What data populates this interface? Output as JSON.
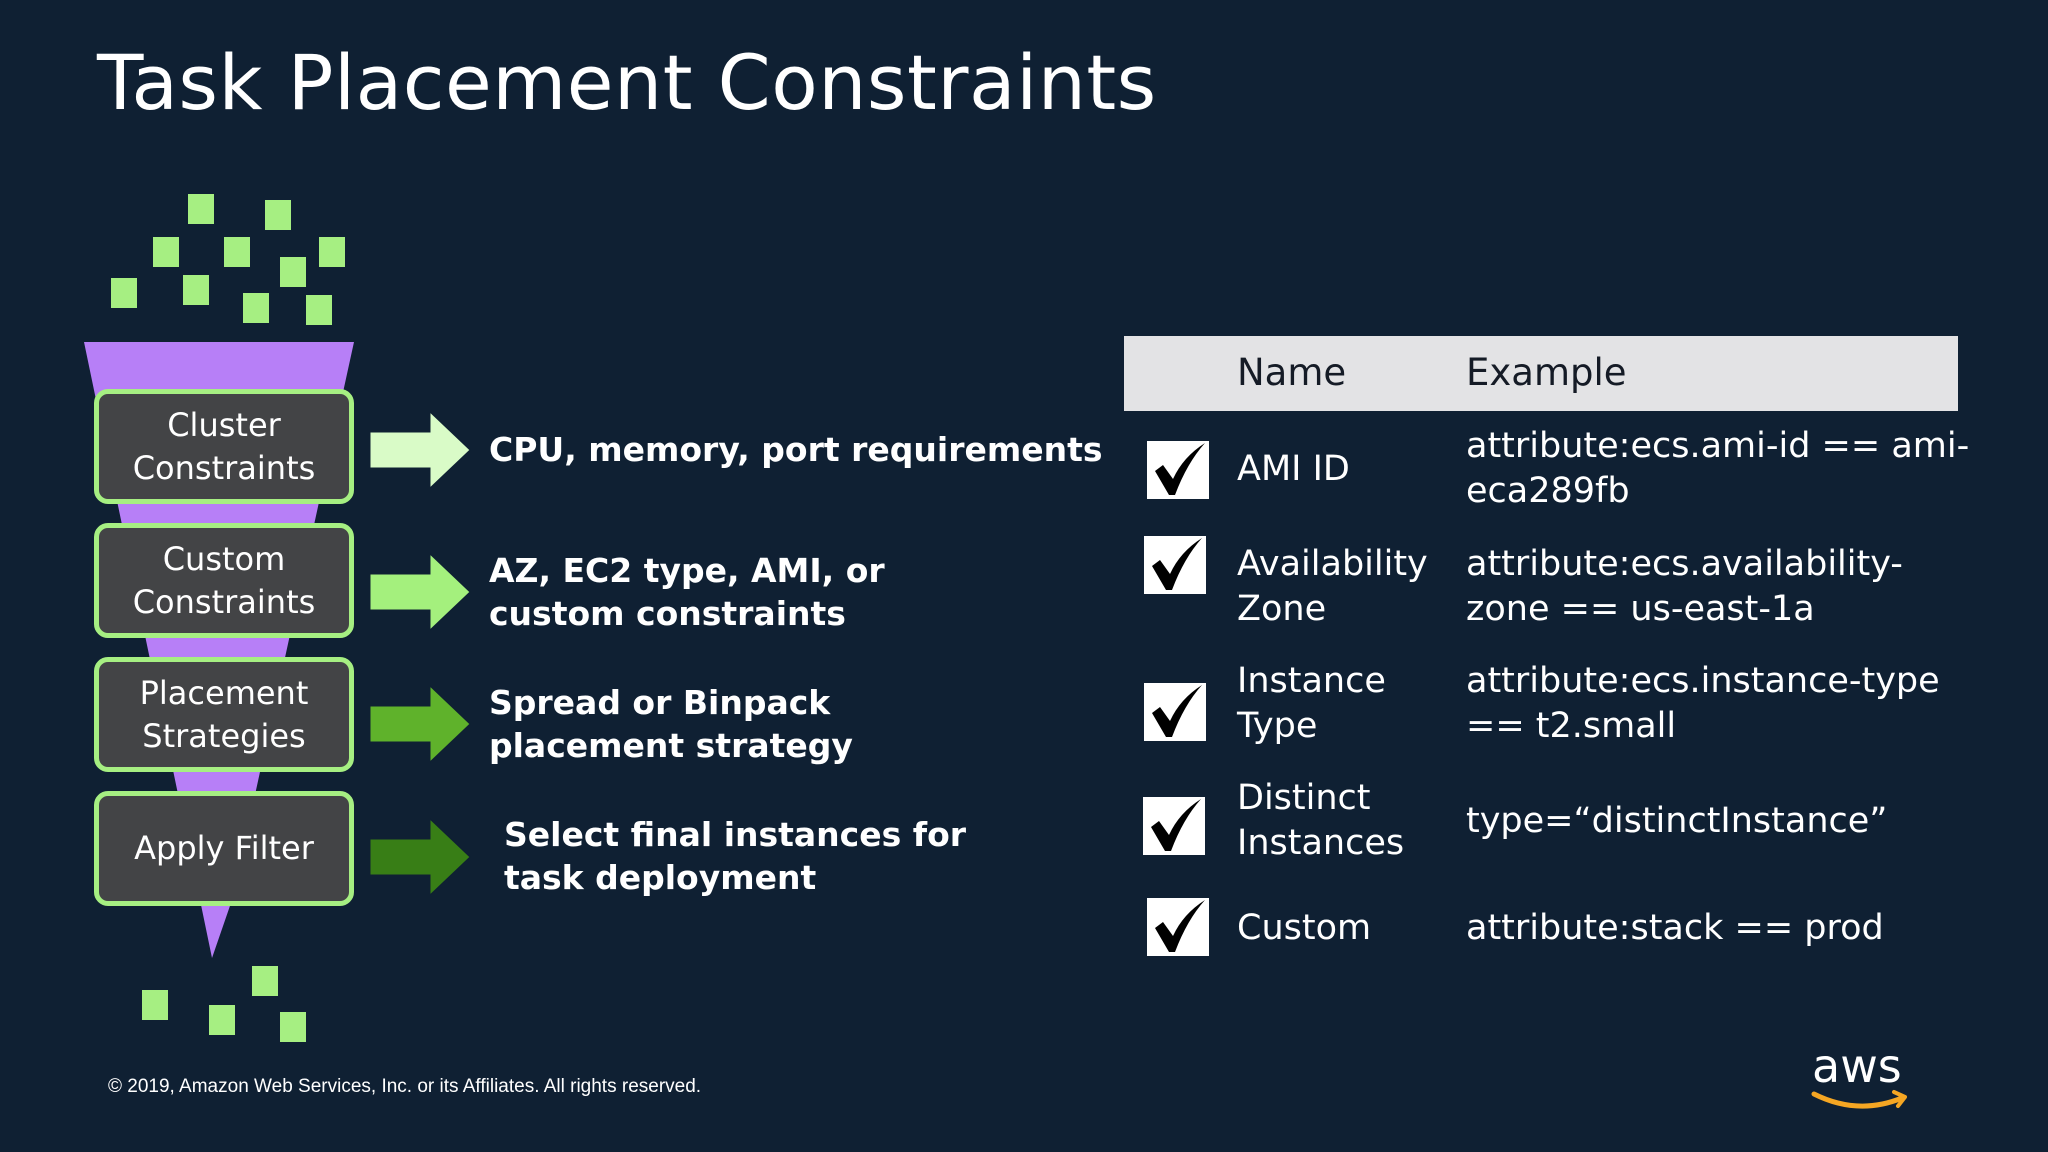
{
  "slide": {
    "title": "Task Placement Constraints",
    "footer": "© 2019, Amazon Web Services, Inc. or its Affiliates. All rights reserved.",
    "logo_text": "aws"
  },
  "colors": {
    "background": "#0f2033",
    "funnel_purple": "#b77ff7",
    "box_fill": "#434446",
    "box_border": "#a6ef82",
    "square_green": "#a6ef82",
    "arrow_1": "#d9fbc7",
    "arrow_2": "#a4f07d",
    "arrow_3": "#5fb22b",
    "arrow_4": "#387e16",
    "table_header_bg": "#e3e3e5",
    "aws_smile": "#f5a623"
  },
  "funnel": {
    "stages": [
      {
        "label": "Cluster Constraints",
        "description": "CPU, memory, port requirements"
      },
      {
        "label": "Custom Constraints",
        "description": "AZ, EC2 type, AMI, or custom constraints"
      },
      {
        "label": "Placement Strategies",
        "description": "Spread or Binpack placement strategy"
      },
      {
        "label": "Apply Filter",
        "description": "Select final instances for task deployment"
      }
    ]
  },
  "table": {
    "headers": {
      "name": "Name",
      "example": "Example"
    },
    "rows": [
      {
        "checked": true,
        "name_lines": [
          "AMI ID"
        ],
        "example_lines": [
          "attribute:ecs.ami-id == ami-",
          "eca289fb"
        ]
      },
      {
        "checked": true,
        "name_lines": [
          "Availability",
          "Zone"
        ],
        "example_lines": [
          "attribute:ecs.availability-",
          "zone == us-east-1a"
        ]
      },
      {
        "checked": true,
        "name_lines": [
          "Instance",
          "Type"
        ],
        "example_lines": [
          "attribute:ecs.instance-type",
          "== t2.small"
        ]
      },
      {
        "checked": true,
        "name_lines": [
          "Distinct",
          "Instances"
        ],
        "example_lines": [
          "type=“distinctInstance”"
        ]
      },
      {
        "checked": true,
        "name_lines": [
          "Custom"
        ],
        "example_lines": [
          "attribute:stack == prod"
        ]
      }
    ]
  }
}
